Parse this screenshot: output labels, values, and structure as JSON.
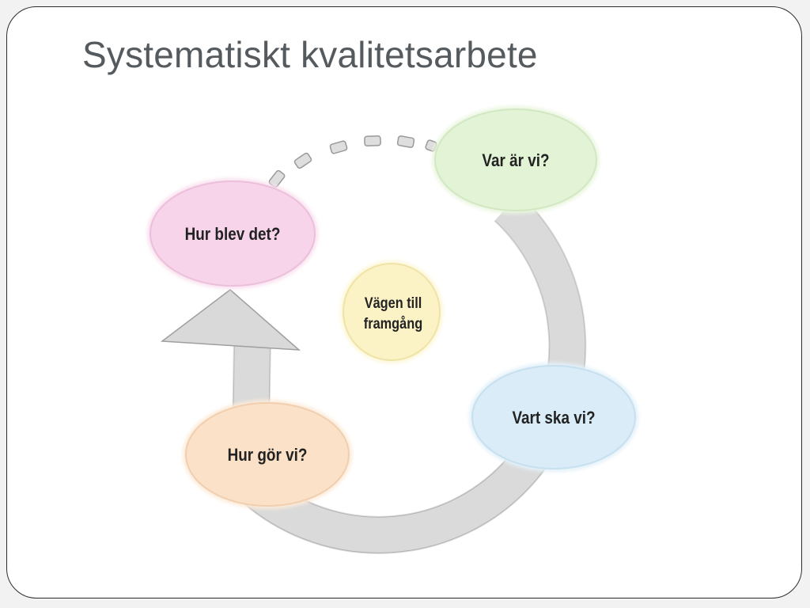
{
  "slide": {
    "title": "Systematiskt kvalitetsarbete"
  },
  "diagram": {
    "center": {
      "line1": "Vägen till",
      "line2": "framgång",
      "color": "#fbf3c6"
    },
    "nodes": [
      {
        "id": "var-ar-vi",
        "label": "Var är vi?",
        "color": "#e3f3d6"
      },
      {
        "id": "vart-ska-vi",
        "label": "Vart ska vi?",
        "color": "#d9ecf7"
      },
      {
        "id": "hur-gor-vi",
        "label": "Hur gör vi?",
        "color": "#fbe1c8"
      },
      {
        "id": "hur-blev-det",
        "label": "Hur blev det?",
        "color": "#f7d4ea"
      }
    ],
    "arrow_color": "#d6d6d6"
  },
  "colors": {
    "title": "#555a5e",
    "frame_border": "#2b2b2b"
  }
}
